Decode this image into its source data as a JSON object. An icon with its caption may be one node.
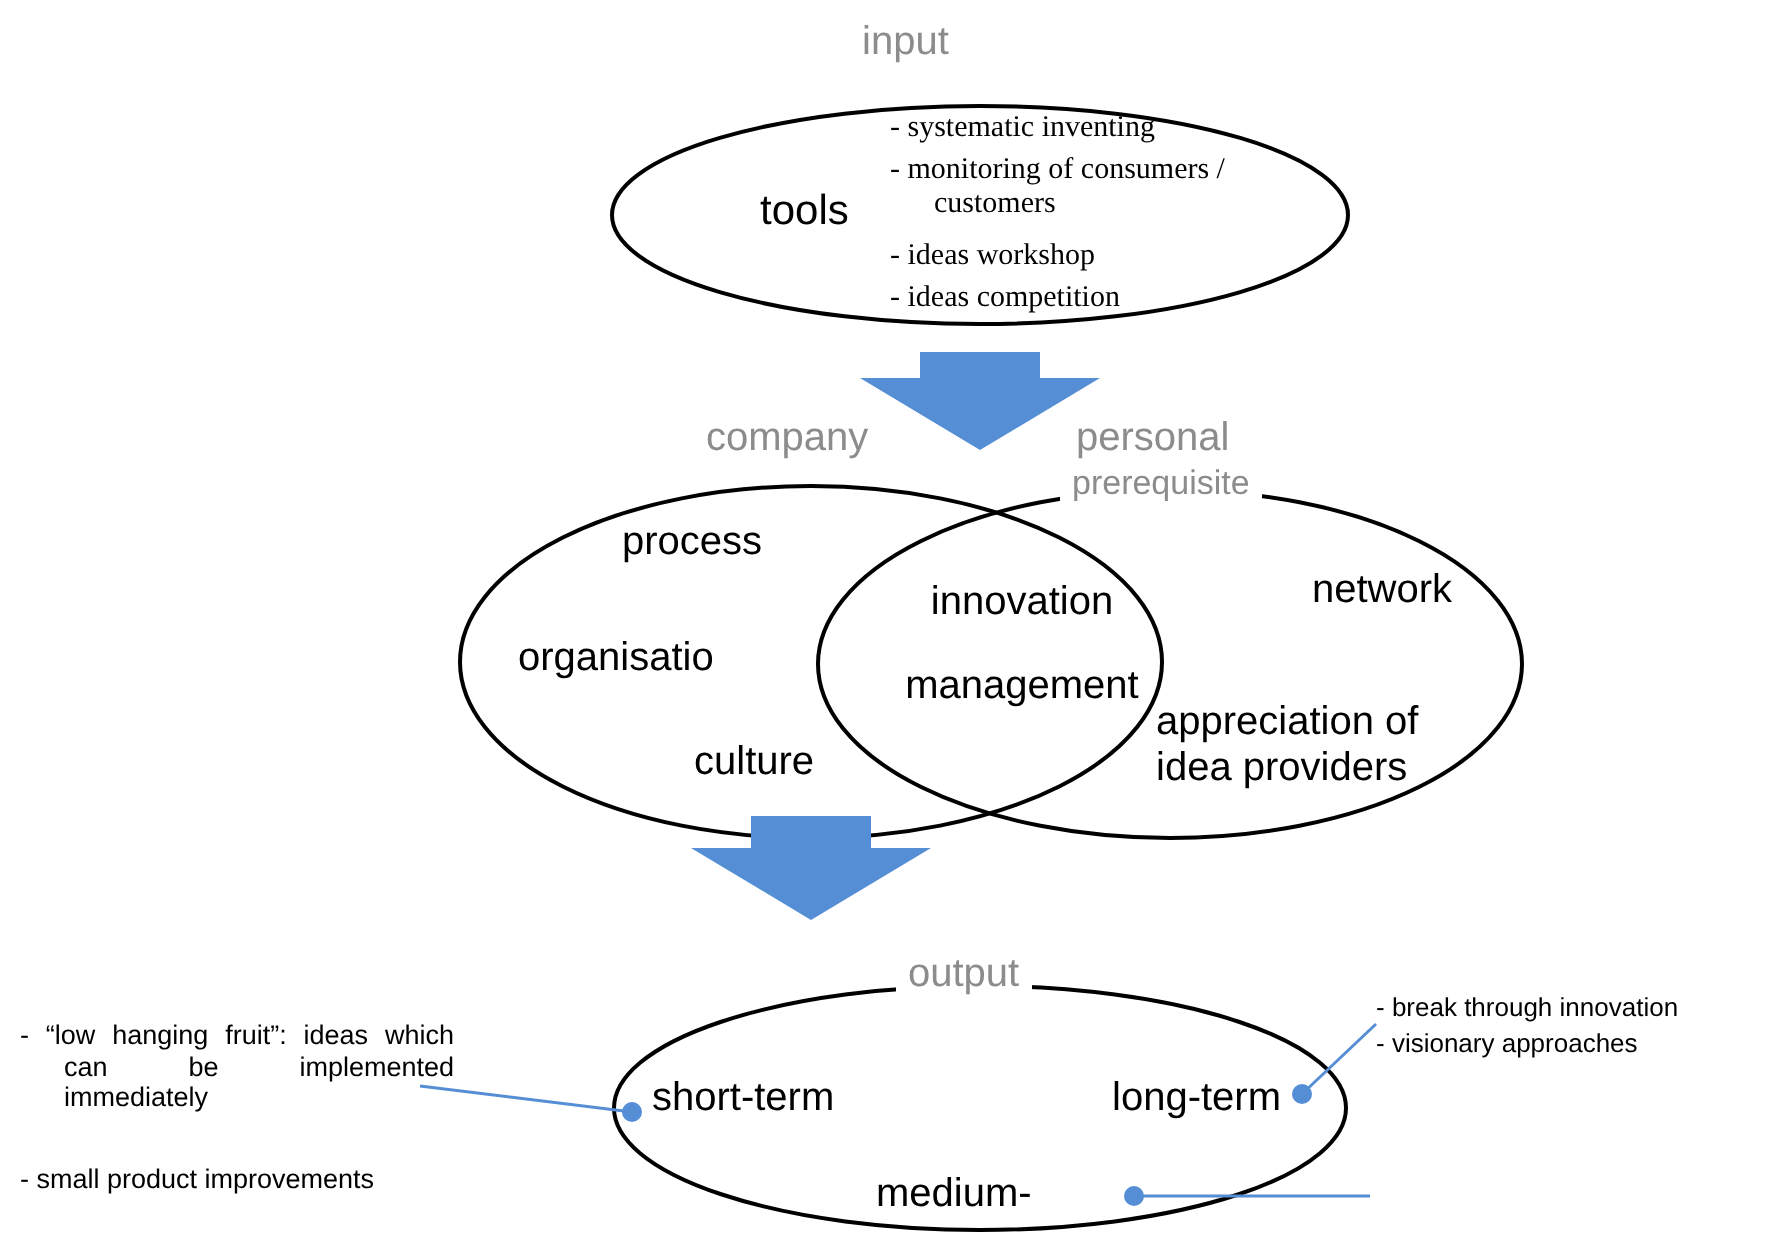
{
  "diagram": {
    "nodes": [
      {
        "text": [
          "input",
          "tools",
          "- systematic inventing",
          "- monitoring of consumers / customers",
          "- ideas workshop",
          "- ideas competition"
        ]
      },
      {
        "text": [
          "company",
          "process",
          "organisatio",
          "culture"
        ]
      },
      {
        "text": [
          "personal",
          "prerequisite",
          "network",
          "appreciation of idea providers"
        ]
      },
      {
        "text": [
          "output",
          "short-term",
          "long-term",
          "medium-"
        ]
      },
      {
        "text": [
          "- “low hanging fruit”: ideas which can be implemented immediately",
          "- small product improvements"
        ]
      },
      {
        "text": [
          "- break through innovation",
          "- visionary approaches"
        ]
      }
    ],
    "edges": [
      {
        "from": 0,
        "to": 1,
        "arrow": "to",
        "style": "thick",
        "color": "#558ed5"
      },
      {
        "from": 1,
        "to": 3,
        "arrow": "to",
        "style": "thick",
        "color": "#558ed5"
      },
      {
        "from": 4,
        "to": 3,
        "arrow": "other",
        "color": "#558ed5"
      },
      {
        "from": 5,
        "to": 3,
        "arrow": "other",
        "color": "#558ed5"
      },
      {
        "from": null,
        "to": 3,
        "arrow": "other",
        "color": "#558ed5"
      }
    ],
    "labels": [
      "innovation management"
    ]
  }
}
